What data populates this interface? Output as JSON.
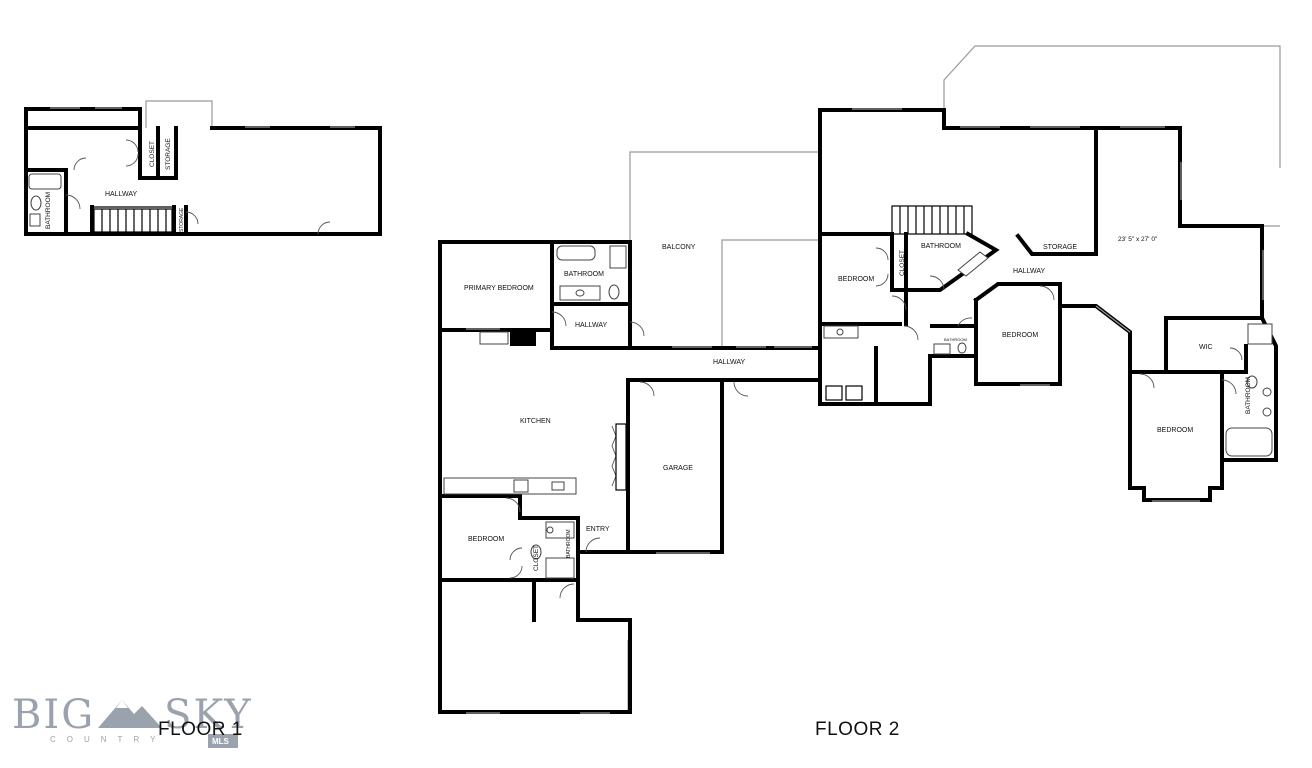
{
  "floors": [
    {
      "title": "FLOOR 1"
    },
    {
      "title": "FLOOR 2"
    }
  ],
  "floor1_rooms": {
    "hallway": "HALLWAY",
    "closet": "CLOSET",
    "storage": "STORAGE",
    "bathroom": "BATHROOM",
    "storage_small": "STORAGE"
  },
  "floor2_rooms": {
    "primary_bedroom": "PRIMARY BEDROOM",
    "bathroom_primary": "BATHROOM",
    "balcony": "BALCONY",
    "hallway_small": "HALLWAY",
    "hallway_main": "HALLWAY",
    "kitchen": "KITCHEN",
    "garage": "GARAGE",
    "bedroom_sw": "BEDROOM",
    "closet_sw": "CLOSET",
    "bathroom_sw": "BATHROOM",
    "entry": "ENTRY",
    "bedroom_n": "BEDROOM",
    "closet_n": "CLOSET",
    "bathroom_n": "BATHROOM",
    "storage": "STORAGE",
    "hallway_e": "HALLWAY",
    "big_room_dims": "23' 5\" x 27' 0\"",
    "bathroom_tiny": "BATHROOM",
    "bedroom_c": "BEDROOM",
    "wic": "WIC",
    "bathroom_e": "BATHROOM",
    "bedroom_e": "BEDROOM"
  },
  "logo": {
    "word_left": "BIG",
    "word_right": "SKY",
    "tagline": "COUNTRY",
    "badge": "MLS"
  }
}
